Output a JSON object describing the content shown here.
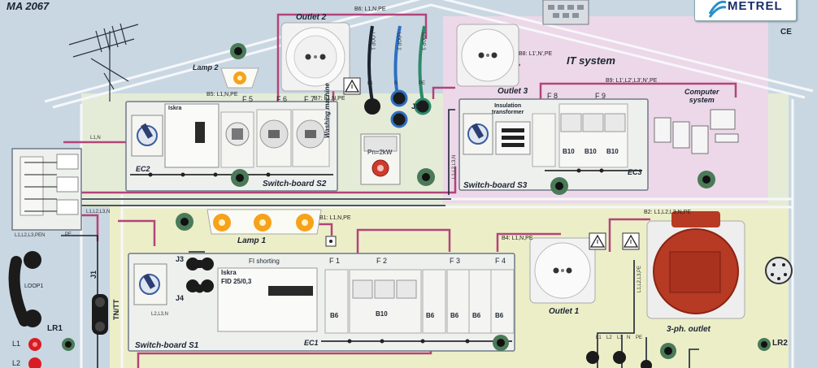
{
  "model": "MA 2067",
  "brand": "METREL",
  "ce": "CE",
  "it_system": "IT system",
  "outlets": {
    "o1": "Outlet 1",
    "o2": "Outlet 2",
    "o3": "Outlet 3",
    "three_phase": "3-ph. outlet"
  },
  "lamps": {
    "lamp1": "Lamp 1",
    "lamp2": "Lamp 2"
  },
  "boards": {
    "s1": "Switch-board S1",
    "s2": "Switch-board S2",
    "s3": "Switch-board S3",
    "ec1": "EC1",
    "ec2": "EC2",
    "ec3": "EC3"
  },
  "devices": {
    "computer": "Computer\nsystem",
    "washing": "Washing machine",
    "pn": "Pn=2kW",
    "insulation": "Insulation\ntransformer",
    "fi_shorting": "FI shorting",
    "iskra_main": "Iskra",
    "fid": "FID 25/0,3",
    "iskra_s2": "Iskra"
  },
  "connectors": {
    "j1": "J1",
    "j3": "J3",
    "j4": "J4",
    "j5": "J5",
    "tn_tt": "TN/TT",
    "loop1": "LOOP1",
    "lr1": "LR1",
    "lr2": "LR2",
    "l1": "L1",
    "l2": "L2"
  },
  "buses": {
    "b1": "B1: L1,N,PE",
    "b2": "B2: L1,L2,L3,N,PE",
    "b4": "B4: L1,N,PE",
    "b5": "B5: L1,N,PE",
    "b6": "B6: L1,N,PE",
    "b7": "B7: L1,N,PE",
    "b8": "B8: L1',N',PE",
    "b9": "B9: L1',L2',L3',N',PE"
  },
  "fuses": {
    "f1": "F 1",
    "f2": "F 2",
    "f3": "F 3",
    "f4": "F 4",
    "f5": "F 5",
    "f6": "F 6",
    "f7": "F 7",
    "f8": "F 8",
    "f9": "F 9"
  },
  "breakers": {
    "s1": [
      "B6",
      "B10",
      "B6",
      "B6",
      "B6",
      "B6"
    ],
    "s3": [
      "B10",
      "B10",
      "B10"
    ]
  },
  "wires": {
    "l1n": "L1,N",
    "l1l2l3n_left": "L1,L2,L3,N",
    "l1l2l3pen": "L1,L2,L3,PEN",
    "pe": "PE",
    "l2l3n": "L2,L3,N",
    "l1_label": "L1",
    "n_label": "N",
    "pe_label": "PE",
    "l1l1l3pe": "L1,L2,L3,PE",
    "loop_1": "LOOP 1",
    "loop_2": "LOOP 2",
    "loop_3": "LOOP 3",
    "s3_vert": "L1,L2,L3,N",
    "conn_l1": "L1",
    "conn_l2": "L2",
    "conn_l3": "L3",
    "conn_n": "N",
    "conn_pe": "PE"
  },
  "colors": {
    "background": "#c9d7e2",
    "house_line": "#f4f6f8",
    "panel": "#eef0d8",
    "it_zone": "#ecd8e8",
    "wire_pink": "#b2447a",
    "wire_dark": "#1b2432",
    "lamp_orange": "#f6a21b",
    "socket_red": "#b73a24"
  }
}
